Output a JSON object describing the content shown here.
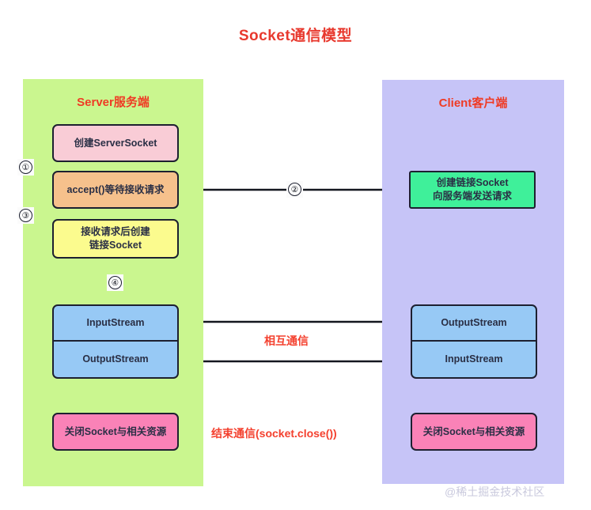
{
  "diagram": {
    "title": "Socket通信模型",
    "title_color": "#e8392e",
    "watermark": "@稀土掘金技术社区"
  },
  "server_panel": {
    "title": "Server服务端",
    "bg_color": "#caf68f",
    "boxes": {
      "create_server_socket": "创建ServerSocket",
      "accept": "accept()等待接收请求",
      "create_link_socket": "接收请求后创建\n链接Socket",
      "create_link_socket_line1": "接收请求后创建",
      "create_link_socket_line2": "链接Socket",
      "input_stream": "InputStream",
      "output_stream": "OutputStream",
      "close": "关闭Socket与相关资源"
    }
  },
  "client_panel": {
    "title": "Client客户端",
    "bg_color": "#c6c4f7",
    "boxes": {
      "create_socket_line1": "创建链接Socket",
      "create_socket_line2": "向服务端发送请求",
      "output_stream": "OutputStream",
      "input_stream": "InputStream",
      "close": "关闭Socket与相关资源"
    }
  },
  "labels": {
    "mutual_communication": "相互通信",
    "end_communication": "结束通信(socket.close())",
    "label_color": "#f4402e"
  },
  "step_markers": {
    "one": "①",
    "two": "②",
    "three": "③",
    "four": "④"
  },
  "colors": {
    "box_pink": "#f9ccd6",
    "box_orange": "#f6c18c",
    "box_yellow": "#fbfb8e",
    "box_blue": "#97c9f5",
    "box_magenta": "#fa82b7",
    "box_green": "#3ff09a",
    "stroke": "#1d2030"
  }
}
